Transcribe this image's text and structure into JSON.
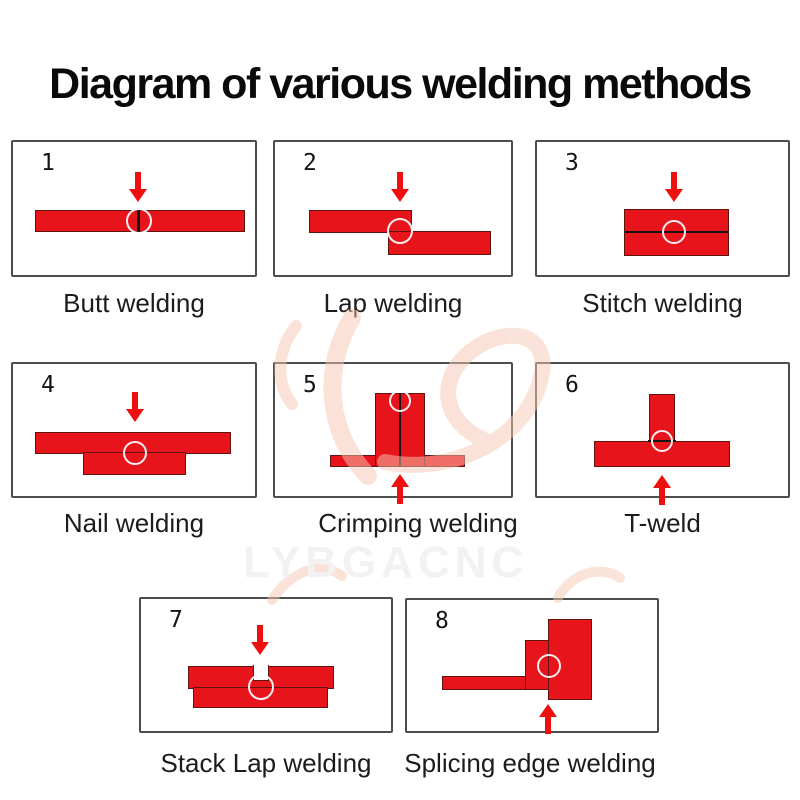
{
  "title": "Diagram of various welding methods",
  "watermark": {
    "text": "LYBGACNC"
  },
  "colors": {
    "steel_red": "#e8141c",
    "steel_edge": "#601410",
    "arrow_red": "#ee0f0f",
    "panel_border": "#4d4d4d",
    "caption_text": "#1c1c1c",
    "title_text": "#0a0a0a",
    "watermark_gray": "#f3f1f1",
    "swirl_pink": "#f6c7b4"
  },
  "panels": [
    {
      "number": "1",
      "caption": "Butt welding"
    },
    {
      "number": "2",
      "caption": "Lap welding"
    },
    {
      "number": "3",
      "caption": "Stitch welding"
    },
    {
      "number": "4",
      "caption": "Nail welding"
    },
    {
      "number": "5",
      "caption": "Crimping welding"
    },
    {
      "number": "6",
      "caption": "T-weld"
    },
    {
      "number": "7",
      "caption": "Stack Lap welding"
    },
    {
      "number": "8",
      "caption": "Splicing edge welding"
    }
  ]
}
